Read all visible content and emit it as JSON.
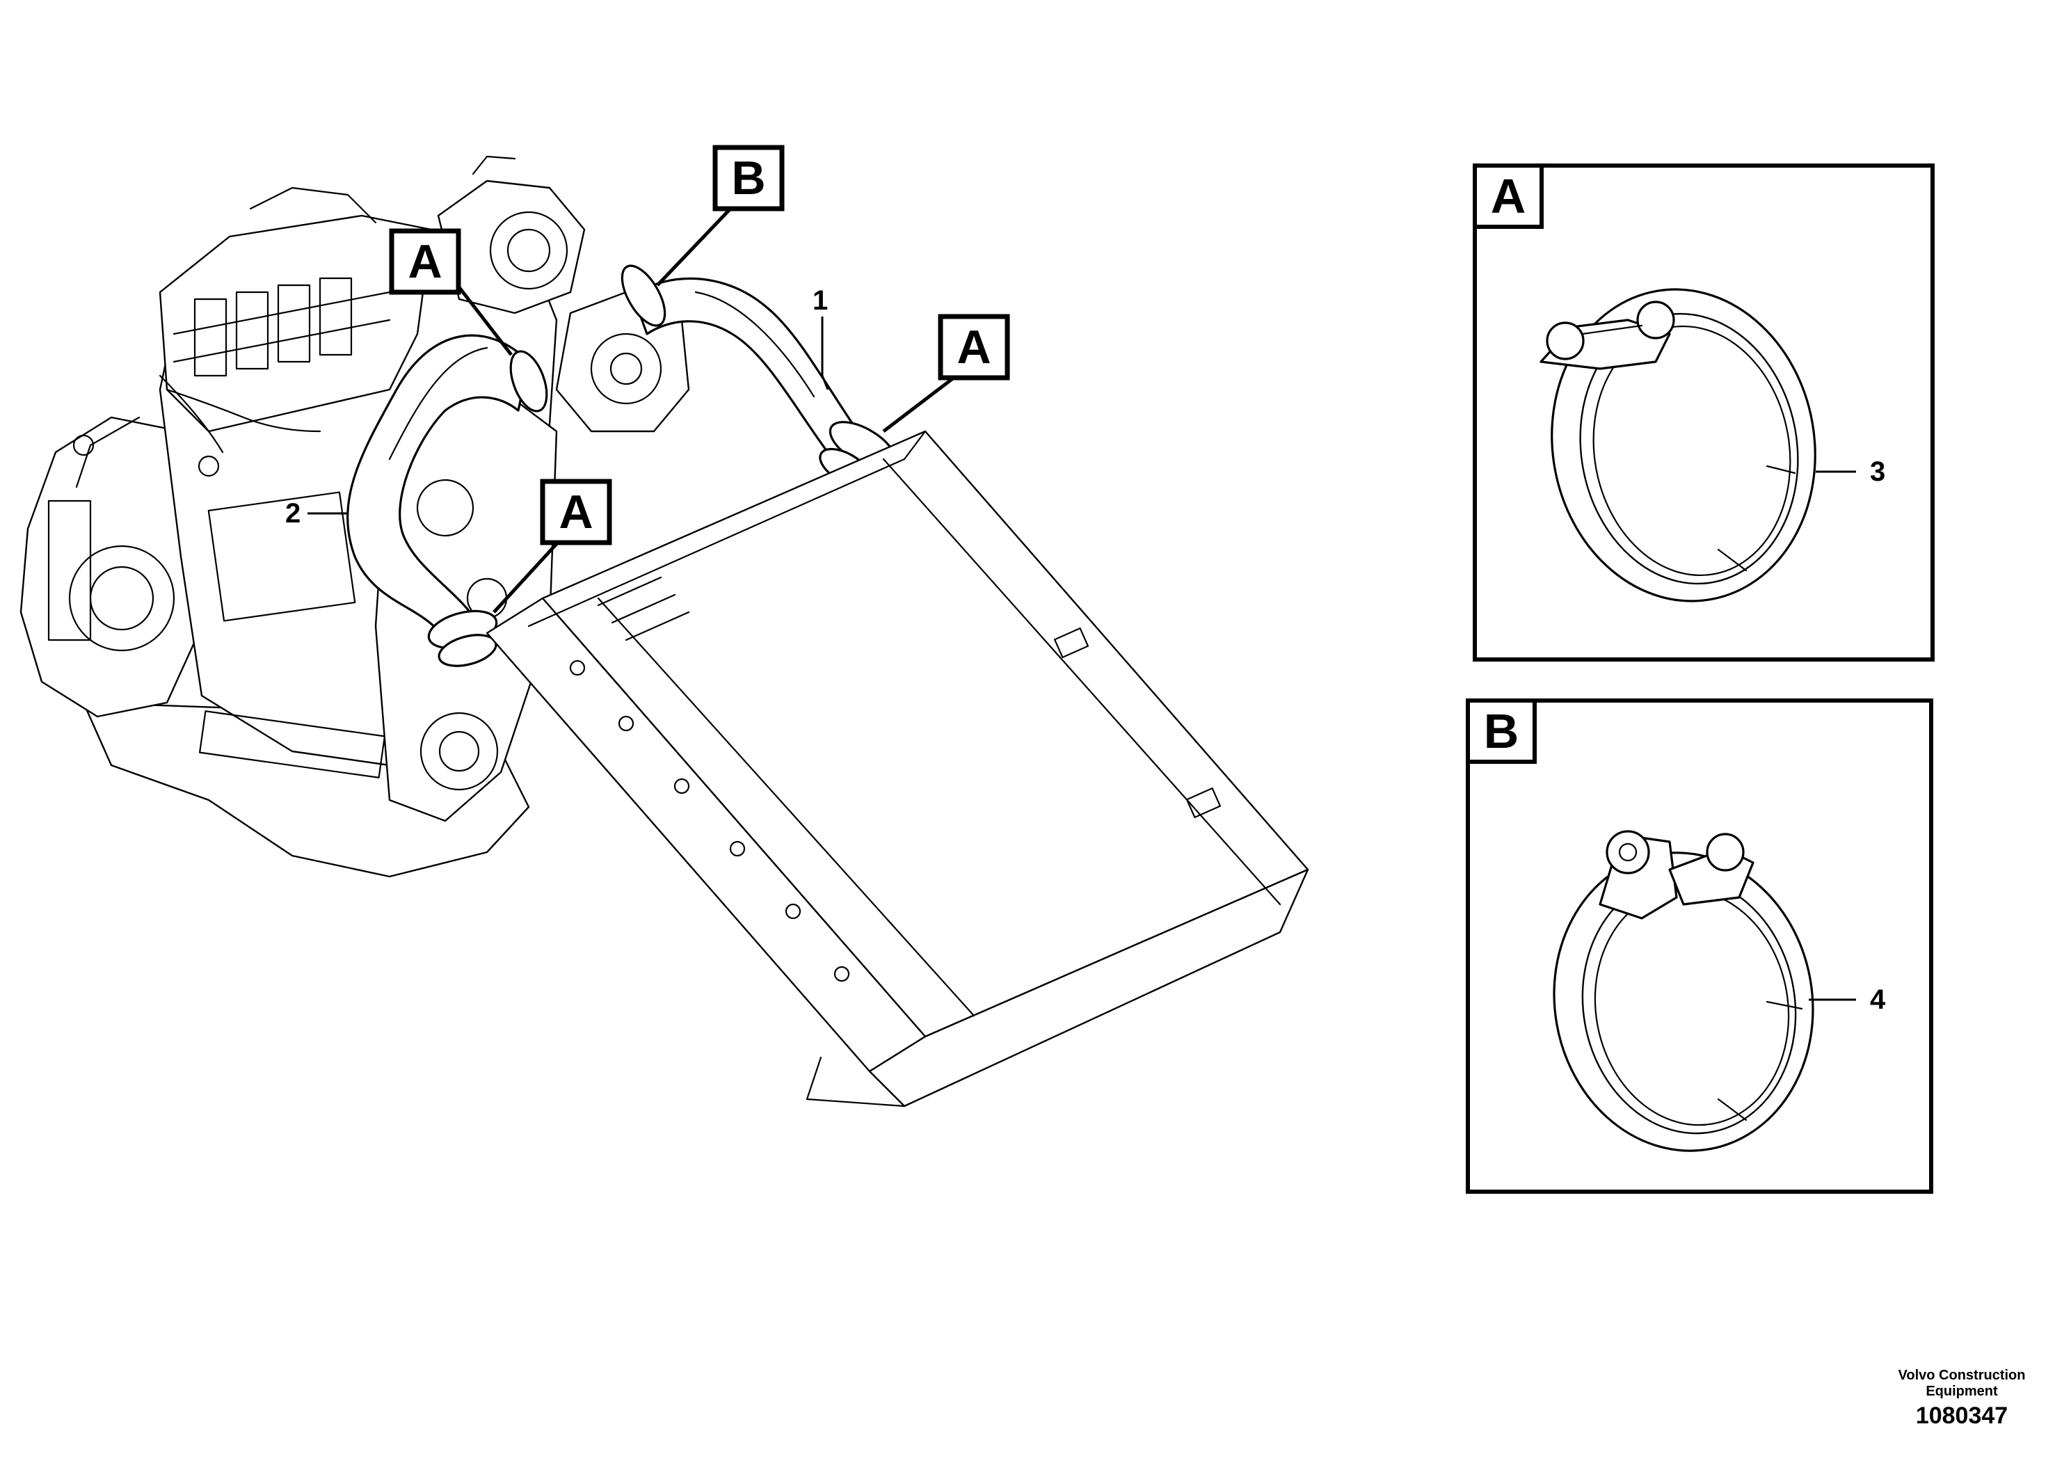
{
  "diagram": {
    "callouts": [
      "A",
      "B",
      "A",
      "A"
    ],
    "part_numbers": [
      "1",
      "2",
      "3",
      "4"
    ],
    "details": [
      {
        "label": "A",
        "part": "3"
      },
      {
        "label": "B",
        "part": "4"
      }
    ]
  },
  "footer": {
    "company_line1": "Volvo Construction",
    "company_line2": "Equipment",
    "doc_number": "1080347"
  }
}
